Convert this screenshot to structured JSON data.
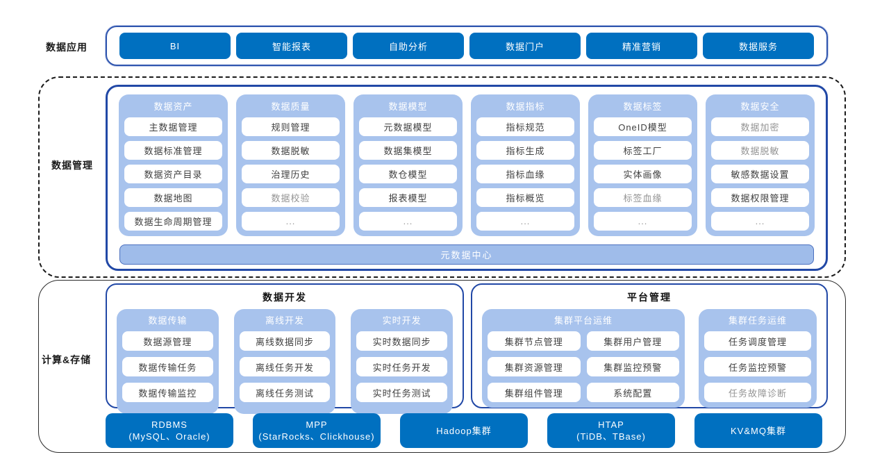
{
  "colors": {
    "primary_blue": "#0070C0",
    "light_blue": "#A8C3ED",
    "panel_border_blue": "#2148A6",
    "metadata_bar_bg": "#9FBCEA",
    "metadata_bar_border": "#4A6FBE",
    "muted_text": "#949494"
  },
  "labels": {
    "app_layer": "数据应用",
    "mgmt_layer": "数据管理",
    "compute_layer": "计算&存储"
  },
  "app_buttons": [
    "BI",
    "智能报表",
    "自助分析",
    "数据门户",
    "精准营销",
    "数据服务"
  ],
  "management": {
    "columns": [
      {
        "title": "数据资产",
        "items": [
          {
            "label": "主数据管理"
          },
          {
            "label": "数据标准管理"
          },
          {
            "label": "数据资产目录"
          },
          {
            "label": "数据地图"
          },
          {
            "label": "数据生命周期管理"
          }
        ]
      },
      {
        "title": "数据质量",
        "items": [
          {
            "label": "规则管理"
          },
          {
            "label": "数据脱敏"
          },
          {
            "label": "治理历史"
          },
          {
            "label": "数据校验",
            "muted": true
          },
          {
            "label": "...",
            "muted": true
          }
        ]
      },
      {
        "title": "数据模型",
        "items": [
          {
            "label": "元数据模型"
          },
          {
            "label": "数据集模型"
          },
          {
            "label": "数仓模型"
          },
          {
            "label": "报表模型"
          },
          {
            "label": "...",
            "muted": true
          }
        ]
      },
      {
        "title": "数据指标",
        "items": [
          {
            "label": "指标规范"
          },
          {
            "label": "指标生成"
          },
          {
            "label": "指标血缘"
          },
          {
            "label": "指标概览"
          },
          {
            "label": "...",
            "muted": true
          }
        ]
      },
      {
        "title": "数据标签",
        "items": [
          {
            "label": "OneID模型"
          },
          {
            "label": "标签工厂"
          },
          {
            "label": "实体画像"
          },
          {
            "label": "标签血缘",
            "muted": true
          },
          {
            "label": "...",
            "muted": true
          }
        ]
      },
      {
        "title": "数据安全",
        "items": [
          {
            "label": "数据加密",
            "muted": true
          },
          {
            "label": "数据脱敏",
            "muted": true
          },
          {
            "label": "敏感数据设置"
          },
          {
            "label": "数据权限管理"
          },
          {
            "label": "...",
            "muted": true
          }
        ]
      }
    ],
    "footer": "元数据中心"
  },
  "development": {
    "title": "数据开发",
    "columns": [
      {
        "title": "数据传输",
        "items": [
          {
            "label": "数据源管理"
          },
          {
            "label": "数据传输任务"
          },
          {
            "label": "数据传输监控"
          }
        ]
      },
      {
        "title": "离线开发",
        "items": [
          {
            "label": "离线数据同步"
          },
          {
            "label": "离线任务开发"
          },
          {
            "label": "离线任务测试"
          }
        ]
      },
      {
        "title": "实时开发",
        "items": [
          {
            "label": "实时数据同步"
          },
          {
            "label": "实时任务开发"
          },
          {
            "label": "实时任务测试"
          }
        ]
      }
    ]
  },
  "platform": {
    "title": "平台管理",
    "groups": [
      {
        "title": "集群平台运维",
        "layout": "grid",
        "items": [
          {
            "label": "集群节点管理"
          },
          {
            "label": "集群用户管理"
          },
          {
            "label": "集群资源管理"
          },
          {
            "label": "集群监控预警"
          },
          {
            "label": "集群组件管理"
          },
          {
            "label": "系统配置"
          }
        ]
      },
      {
        "title": "集群任务运维",
        "layout": "single",
        "items": [
          {
            "label": "任务调度管理"
          },
          {
            "label": "任务监控预警"
          },
          {
            "label": "任务故障诊断",
            "muted": true
          }
        ]
      }
    ]
  },
  "infra_buttons": [
    {
      "line1": "RDBMS",
      "line2": "(MySQL、Oracle)"
    },
    {
      "line1": "MPP",
      "line2": "(StarRocks、Clickhouse)"
    },
    {
      "line1": "Hadoop集群",
      "line2": ""
    },
    {
      "line1": "HTAP",
      "line2": "(TiDB、TBase)"
    },
    {
      "line1": "KV&MQ集群",
      "line2": ""
    }
  ]
}
